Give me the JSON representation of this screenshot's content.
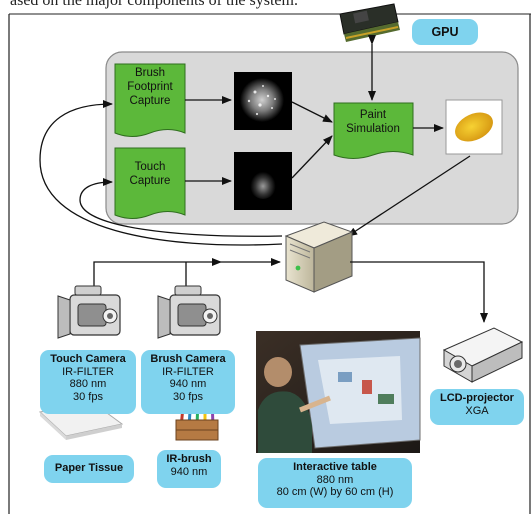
{
  "caption": "ased on the major components of the system.",
  "nodes": {
    "gpu": {
      "label": "GPU"
    },
    "brush_capture": {
      "label": "Brush Footprint Capture"
    },
    "touch_capture": {
      "label": "Touch Capture"
    },
    "paint_sim": {
      "label": "Paint Simulation"
    }
  },
  "devices": {
    "touch_camera": {
      "title": "Touch Camera",
      "lines": [
        "IR-FILTER",
        "880 nm",
        "30 fps"
      ]
    },
    "brush_camera": {
      "title": "Brush Camera",
      "lines": [
        "IR-FILTER",
        "940 nm",
        "30 fps"
      ]
    },
    "projector": {
      "title": "LCD-projector",
      "lines": [
        "XGA"
      ]
    },
    "paper_tissue": {
      "title": "Paper Tissue",
      "lines": []
    },
    "ir_brush": {
      "title": "IR-brush",
      "lines": [
        "940 nm"
      ]
    },
    "interactive_table": {
      "title": "Interactive table",
      "lines": [
        "880 nm",
        "80 cm (W) by 60 cm (H)"
      ]
    }
  },
  "colors": {
    "label_bg": "#7fd3ee",
    "process_green": "#5cb83a",
    "panel_gray": "#d9d9d9"
  }
}
